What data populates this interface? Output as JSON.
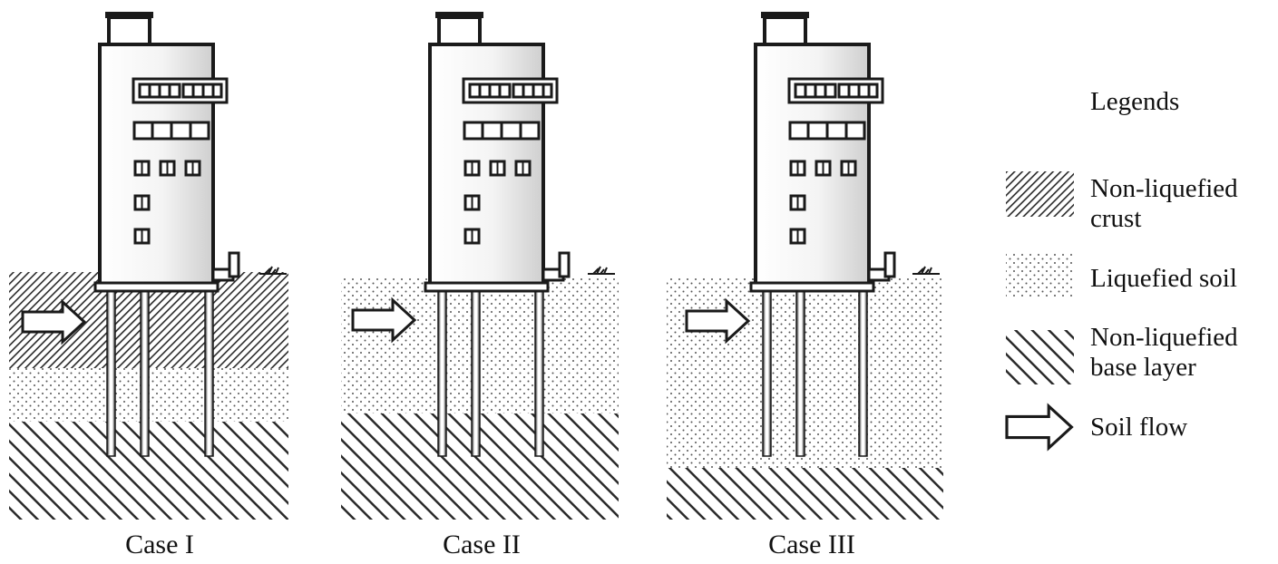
{
  "cases": [
    {
      "caption": "Case I"
    },
    {
      "caption": "Case II"
    },
    {
      "caption": "Case III"
    }
  ],
  "legend": {
    "title": "Legends",
    "items": [
      {
        "name": "non-liquefied-crust",
        "label_line1": "Non-liquefied",
        "label_line2": "crust"
      },
      {
        "name": "liquefied-soil",
        "label": "Liquefied soil"
      },
      {
        "name": "non-liquefied-base",
        "label_line1": "Non-liquefied",
        "label_line2": "base layer"
      },
      {
        "name": "soil-flow",
        "label": "Soil flow"
      }
    ]
  },
  "colors": {
    "line": "#1a1a1a",
    "crust_hatch": "#2a2a2a",
    "base_hatch": "#2a2a2a",
    "liquefied_dots": "#555555",
    "building_fill_light": "#ffffff",
    "building_fill_shade": "#d4d4d4"
  }
}
